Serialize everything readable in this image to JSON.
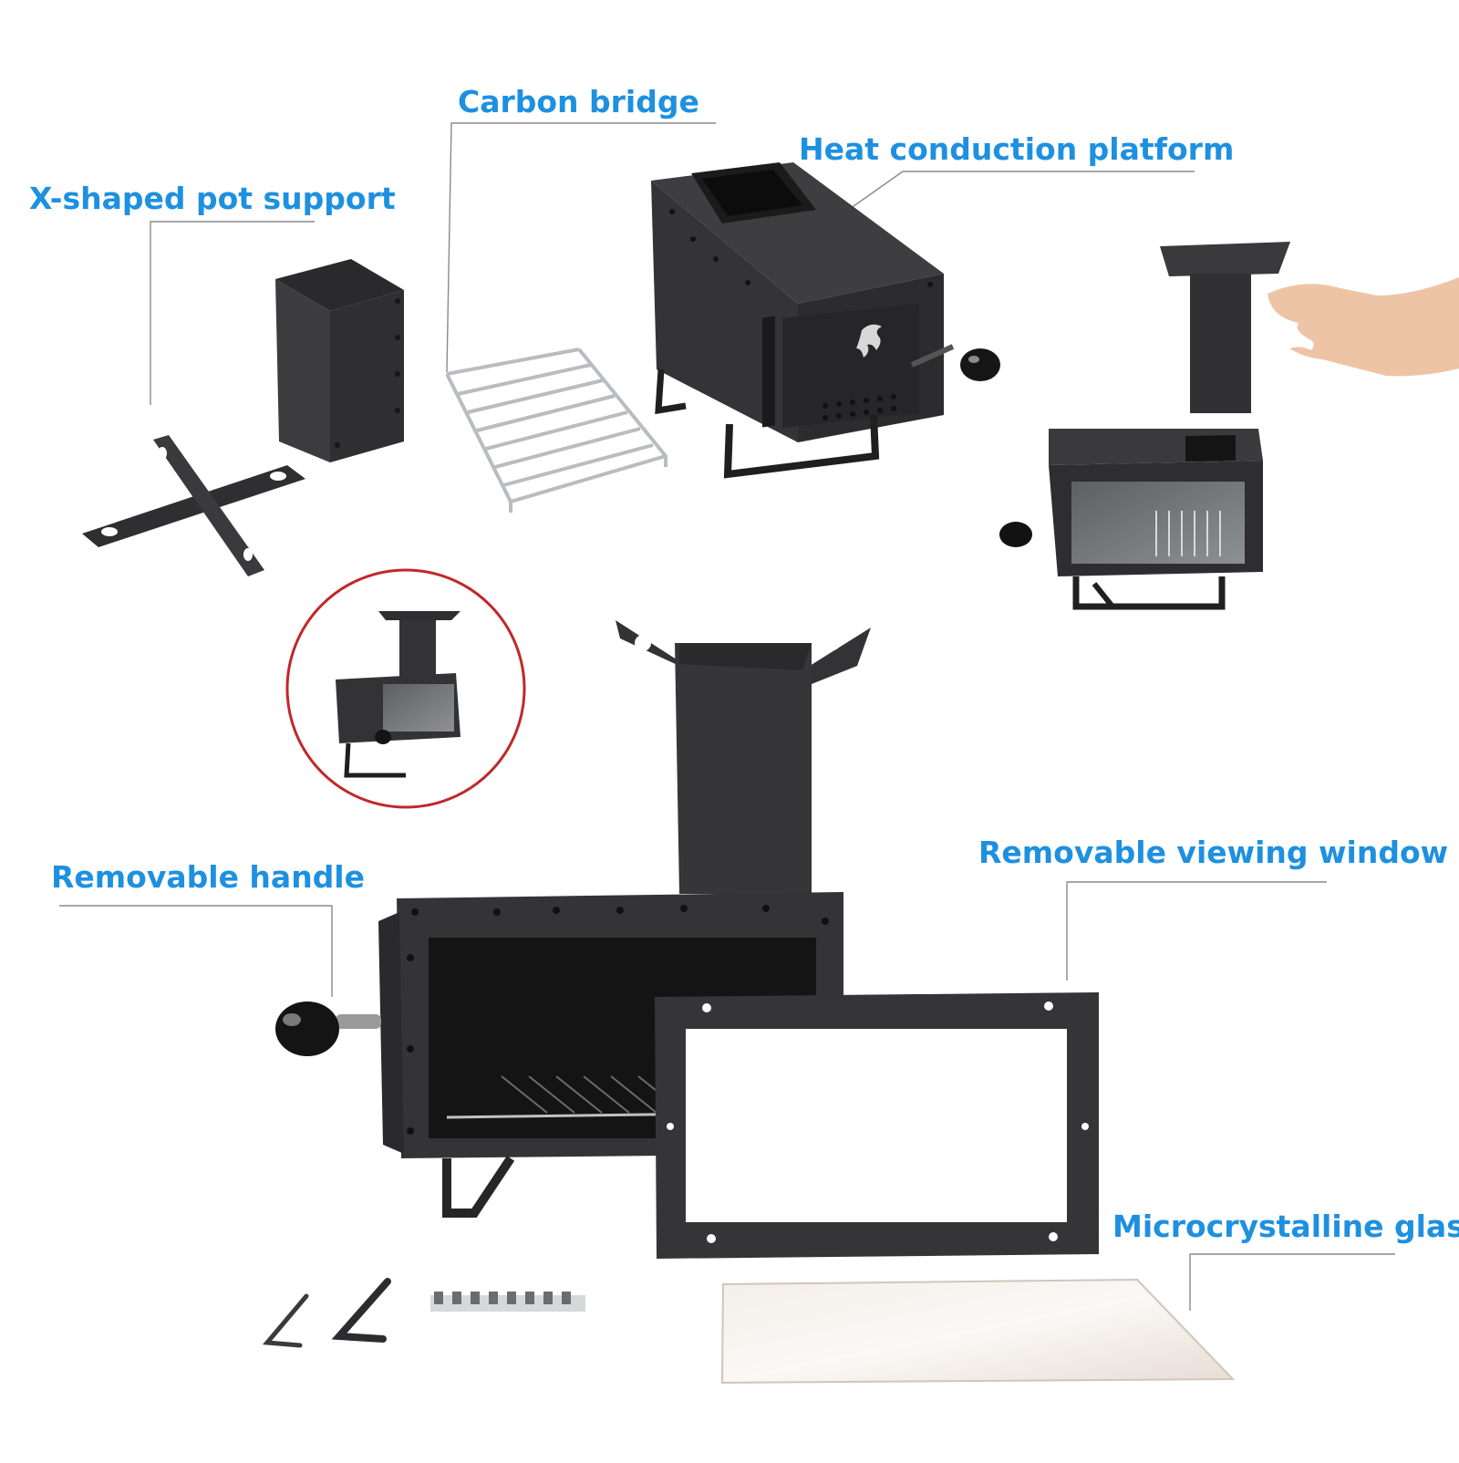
{
  "labels": {
    "carbon_bridge": "Carbon bridge",
    "heat_conduction_platform": "Heat conduction platform",
    "x_shaped_pot_support": "X-shaped pot support",
    "removable_handle": "Removable handle",
    "removable_viewing_window": "Removable viewing window",
    "microcrystalline_glass": "Microcrystalline glass"
  },
  "colors": {
    "label": "#1e90e0",
    "leader_line": "#8a8a8a",
    "steel": "#3c3c3e",
    "steel_dark": "#262628",
    "highlight_circle": "#c0282a",
    "glass": "#efe9e4",
    "rack": "#c9ccd0"
  }
}
